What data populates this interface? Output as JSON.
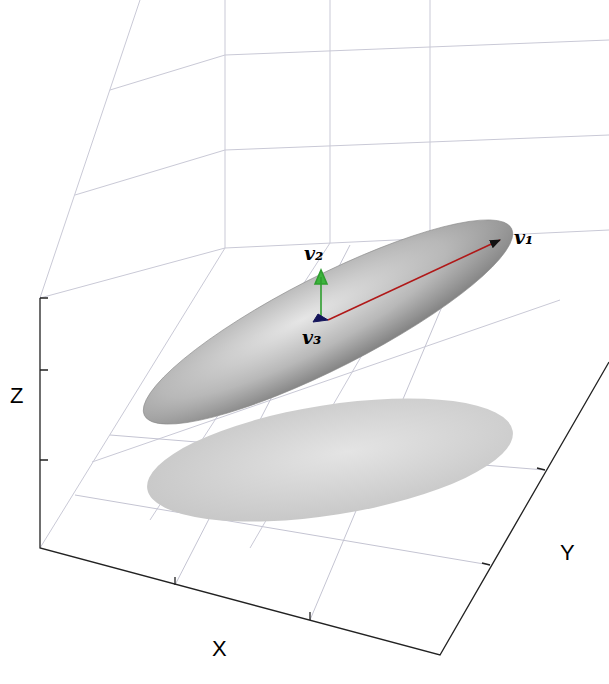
{
  "diagram": {
    "labels": [
      "v₂",
      "v₁",
      "v₃",
      "Z",
      "X",
      "Y"
    ]
  }
}
